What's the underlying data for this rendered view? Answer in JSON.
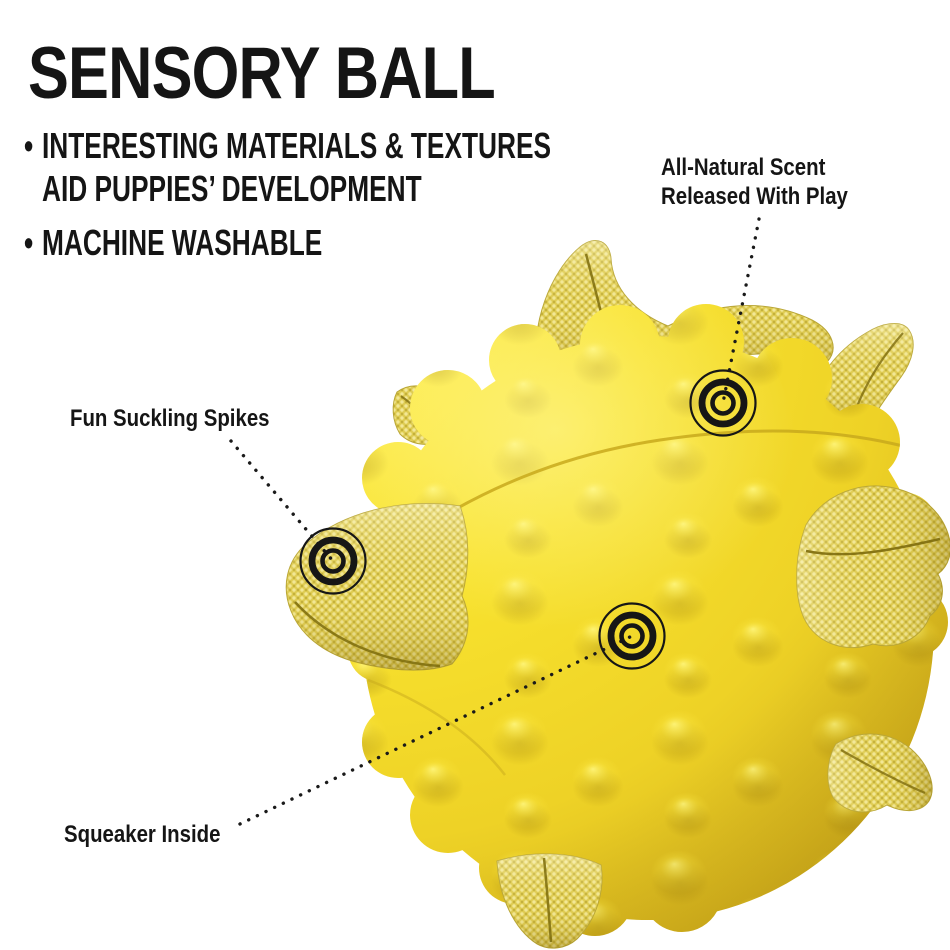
{
  "title": "SENSORY BALL",
  "bullet_char": "•",
  "bullets": [
    {
      "line1": "INTERESTING MATERIALS & TEXTURES",
      "line2": "AID PUPPIES’ DEVELOPMENT"
    },
    {
      "line1": "MACHINE WASHABLE",
      "line2": ""
    }
  ],
  "callouts": {
    "scent": {
      "line1": "All-Natural Scent",
      "line2": "Released With Play"
    },
    "spikes": {
      "line1": "Fun Suckling Spikes"
    },
    "squeaker": {
      "line1": "Squeaker Inside"
    }
  },
  "colors": {
    "background": "#ffffff",
    "ink": "#151515",
    "ball_yellow": "#f8e22e",
    "ball_shadow": "#c9a918",
    "knit_yellow": "#decb52"
  }
}
